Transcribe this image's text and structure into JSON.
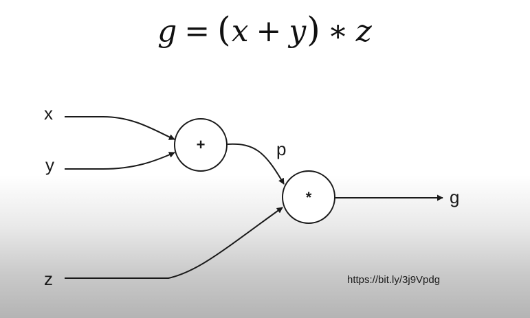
{
  "equation": {
    "g": "g",
    "equals": "=",
    "lparen": "(",
    "x": "x",
    "plus": "+",
    "y": "y",
    "rparen": ")",
    "times": "∗",
    "z": "z"
  },
  "diagram": {
    "inputs": {
      "x": "x",
      "y": "y",
      "z": "z"
    },
    "nodes": {
      "add": "+",
      "multiply": "*"
    },
    "intermediate": "p",
    "output": "g"
  },
  "link": "https://bit.ly/3j9Vpdg"
}
